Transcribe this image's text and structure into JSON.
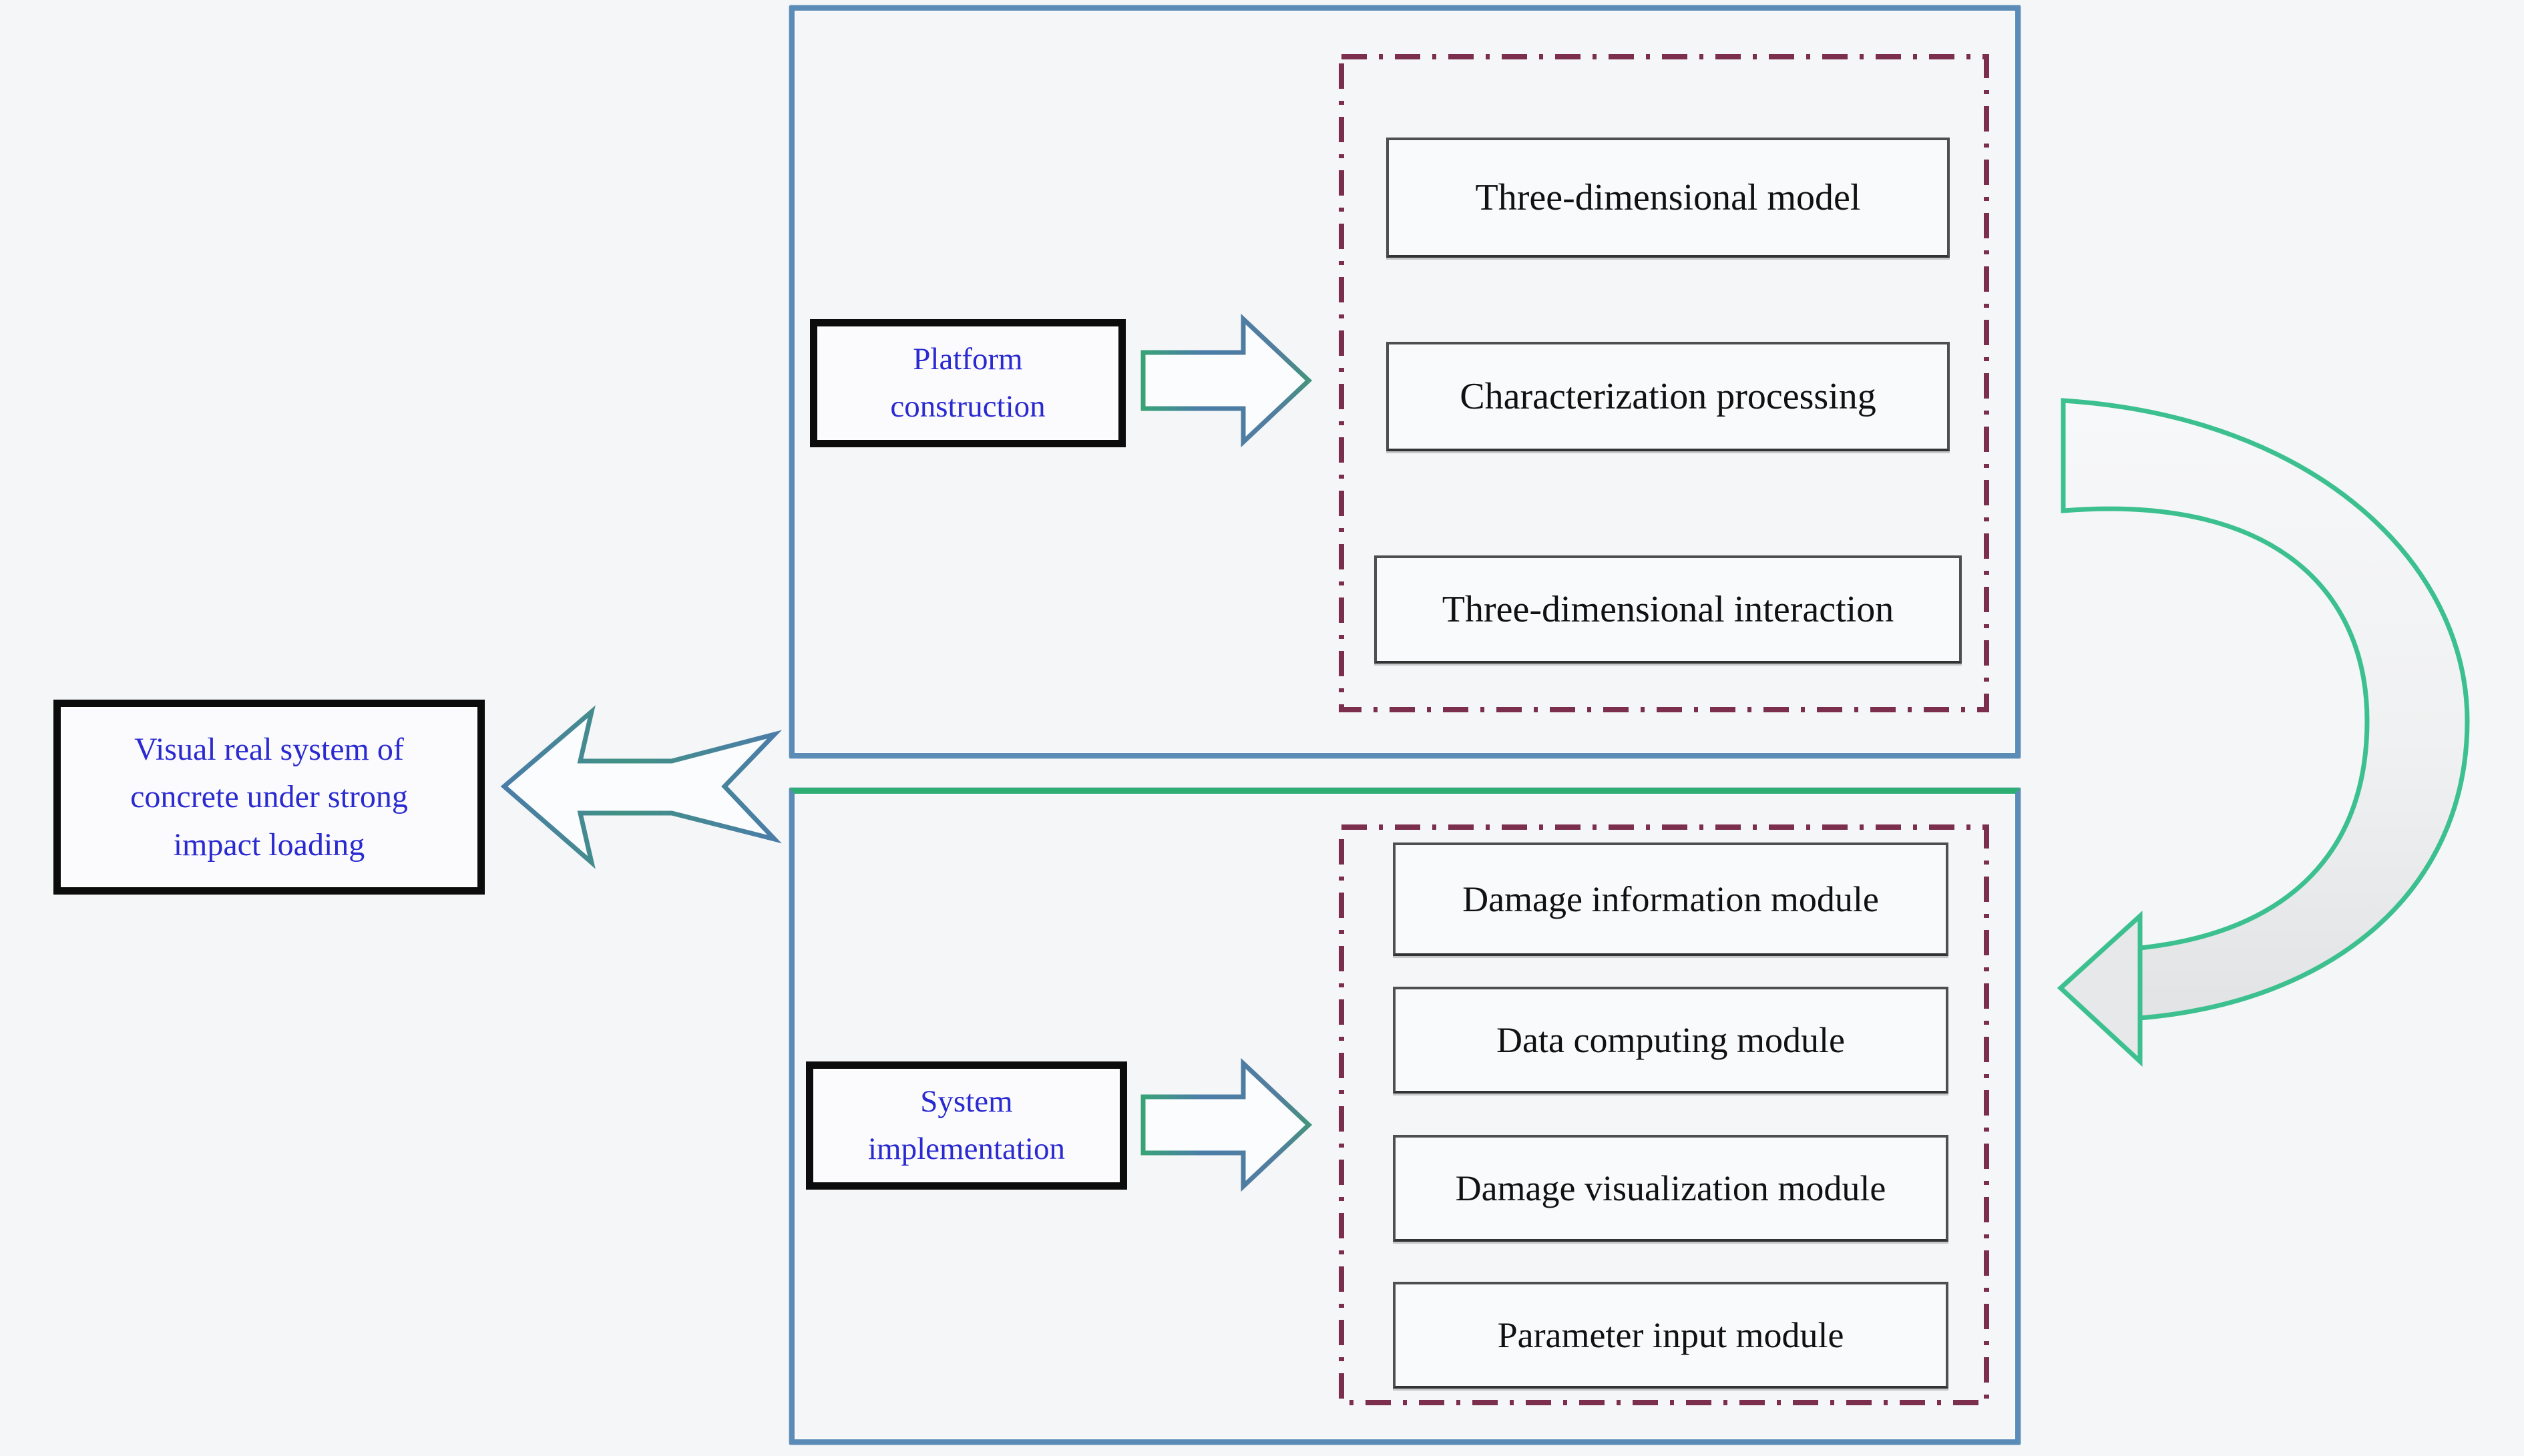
{
  "colors": {
    "background": "#f5f6f8",
    "panel_border_blue": "#5b8cb8",
    "panel_border_green": "#2fae74",
    "dashed_border_maroon": "#7b2f4d",
    "label_text_blue": "#2a2ad0",
    "black_box_border": "#0c0c0c",
    "inner_box_border": "#4f4f4f",
    "inner_box_text": "#111111",
    "arrow_outline_blue": "#4b7da8",
    "arrow_outline_green": "#38a376",
    "curved_arrow_green": "#3cc08f",
    "curved_arrow_fill": "#e7e8ea"
  },
  "left_box": {
    "lines": [
      "Visual real system of",
      "concrete under strong",
      "impact loading"
    ]
  },
  "top_section": {
    "label": {
      "lines": [
        "Platform",
        "construction"
      ]
    },
    "items": [
      {
        "label": "Three-dimensional model"
      },
      {
        "label": "Characterization processing"
      },
      {
        "label": "Three-dimensional interaction"
      }
    ]
  },
  "bottom_section": {
    "label": {
      "lines": [
        "System",
        "implementation"
      ]
    },
    "items": [
      {
        "label": "Damage information module"
      },
      {
        "label": "Data computing module"
      },
      {
        "label": "Damage visualization module"
      },
      {
        "label": "Parameter input module"
      }
    ]
  },
  "icons": {
    "right_block_arrow": "block arrow pointing right",
    "left_block_arrow": "notched block arrow pointing left",
    "curved_return_arrow": "curved arrow looping from top panel to bottom panel"
  }
}
